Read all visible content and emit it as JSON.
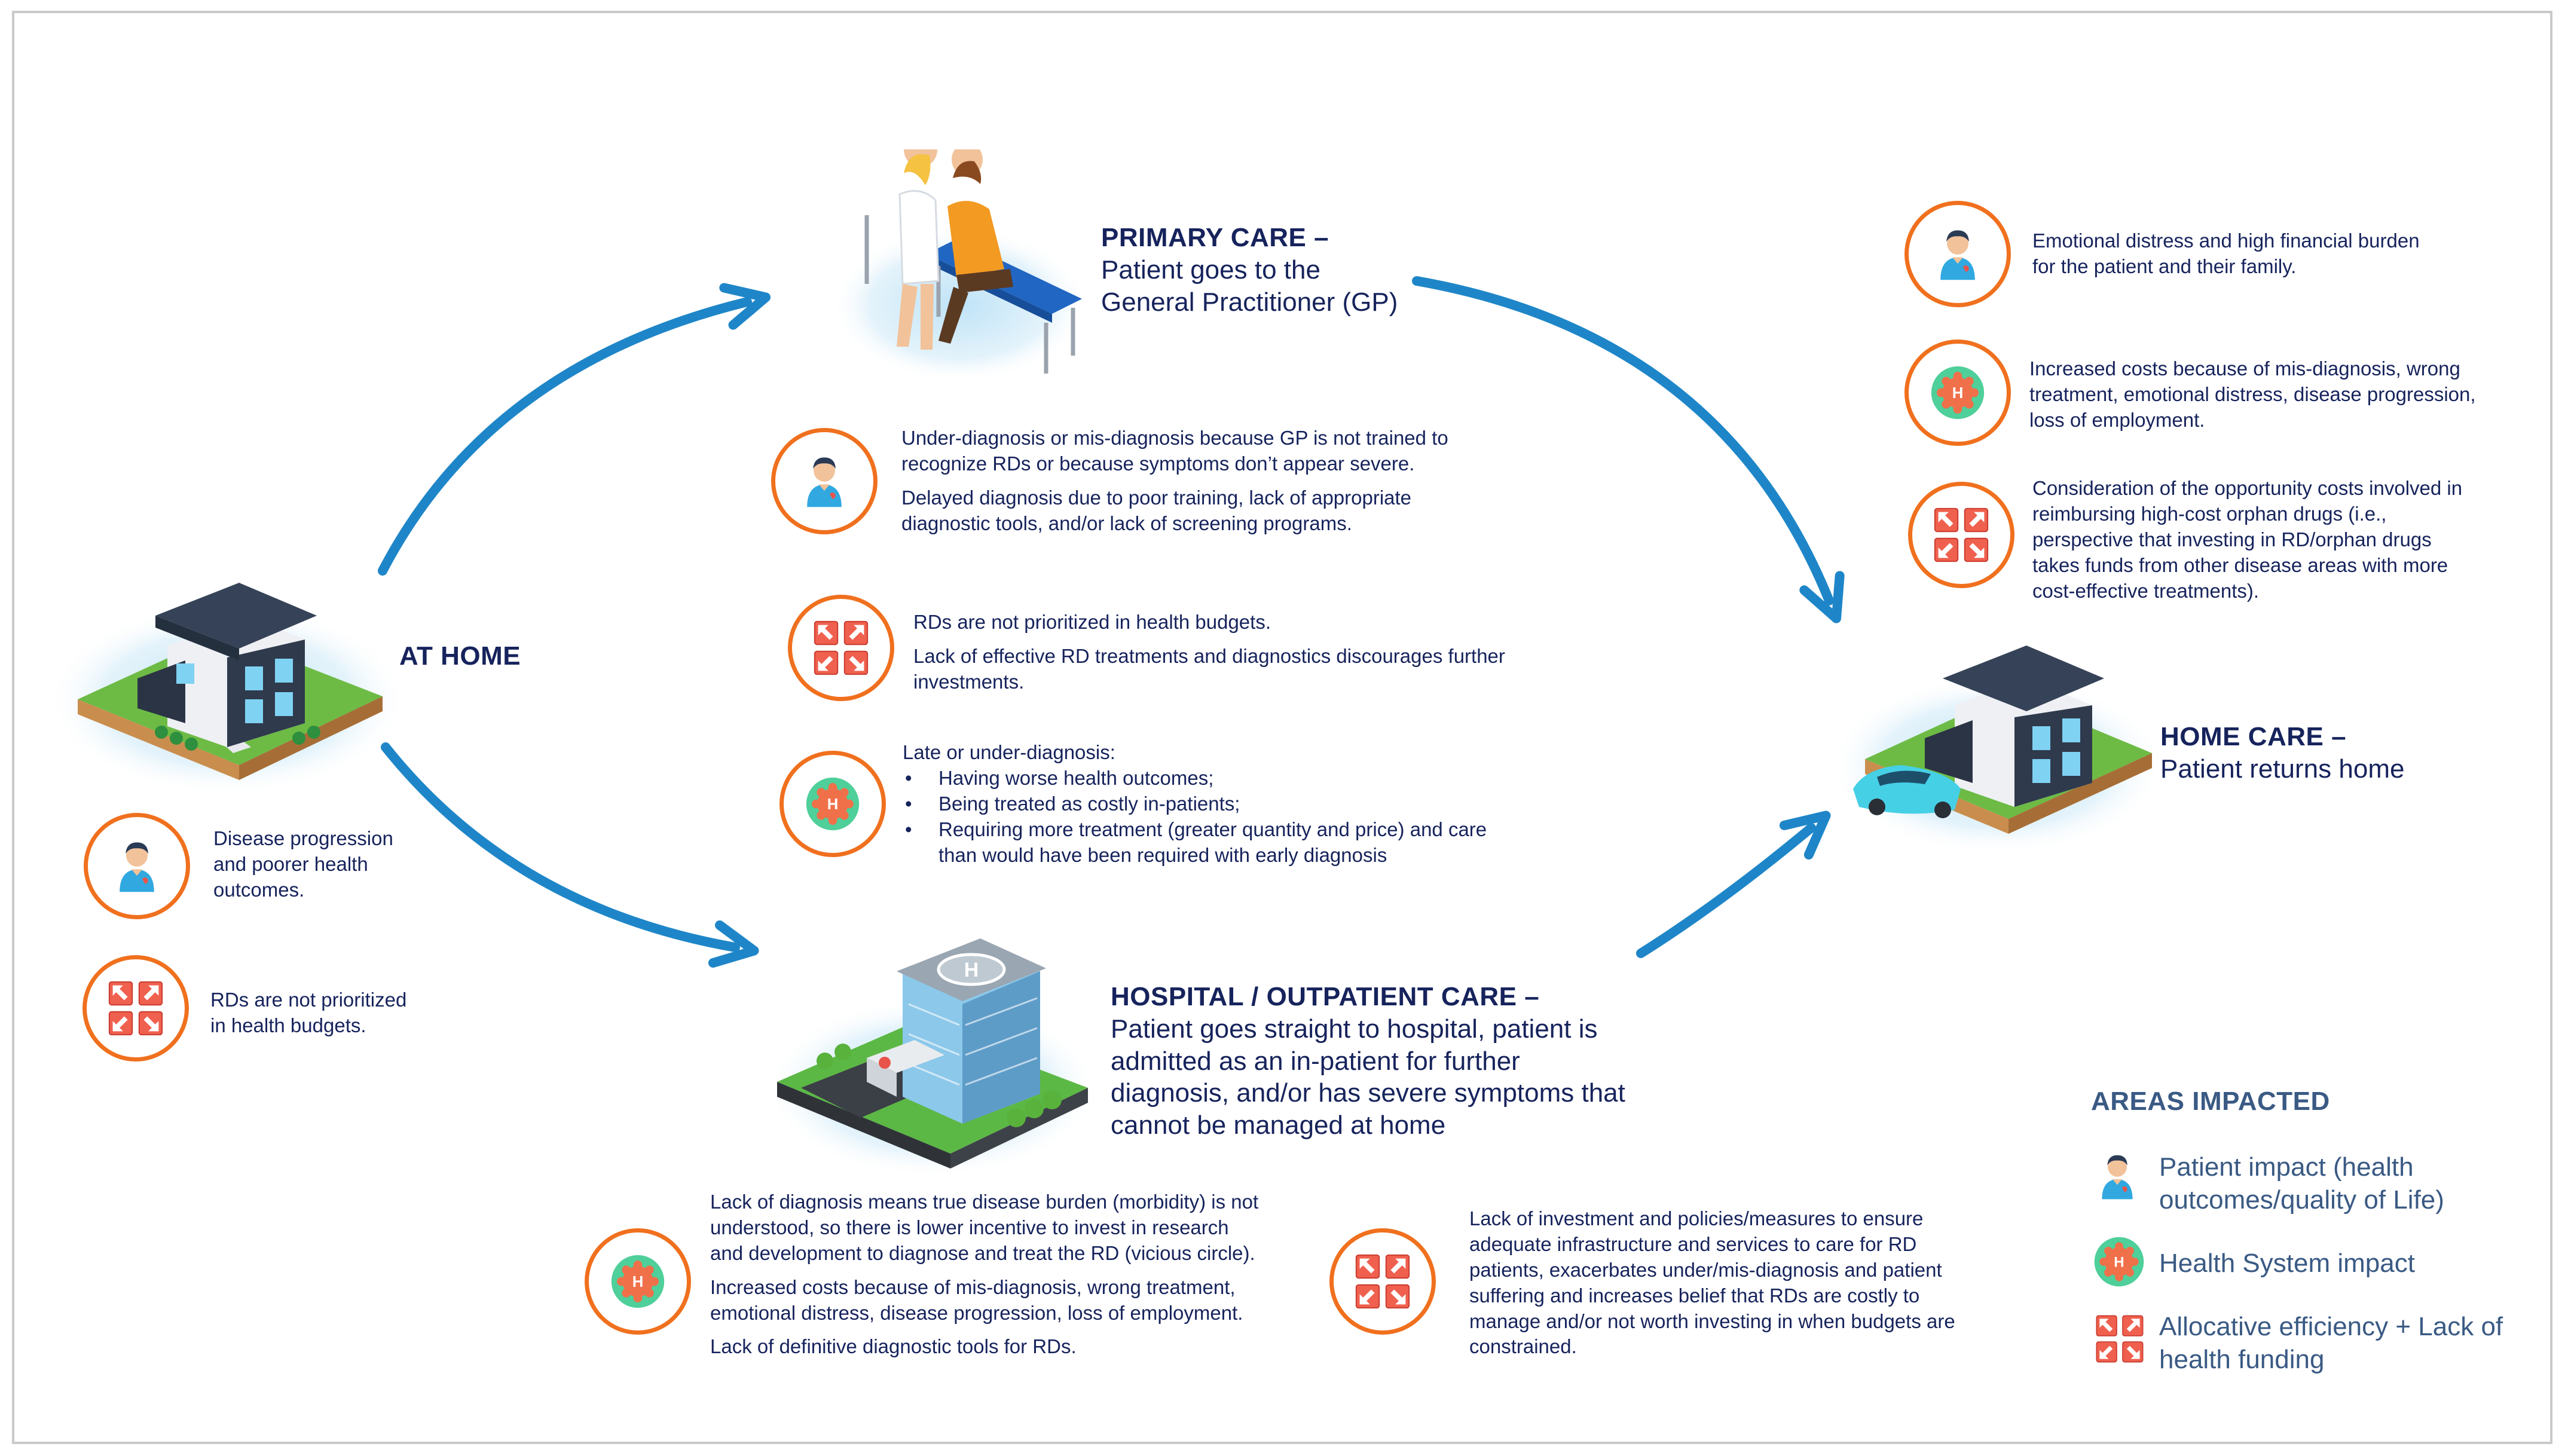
{
  "stages": {
    "at_home": {
      "title": "AT HOME"
    },
    "primary_care": {
      "title": "PRIMARY CARE –",
      "subtitle_lines": [
        "Patient goes to the",
        "General Practitioner (GP)"
      ]
    },
    "hospital": {
      "title": "HOSPITAL / OUTPATIENT CARE –",
      "subtitle_lines": [
        "Patient goes straight to hospital, patient is",
        "admitted as an in-patient for further",
        "diagnosis, and/or has severe symptoms that",
        "cannot be managed at home"
      ]
    },
    "home_care": {
      "title": "HOME CARE –",
      "subtitle_lines": [
        "Patient returns home"
      ]
    }
  },
  "impacts": {
    "home_patient": {
      "lines": [
        "Disease progression",
        "and poorer health",
        "outcomes."
      ]
    },
    "home_funding": {
      "lines": [
        "RDs are not prioritized",
        "in health budgets."
      ]
    },
    "primary_patient": {
      "p1": [
        "Under-diagnosis or mis-diagnosis because GP is not trained to",
        "recognize RDs or because symptoms don’t appear severe."
      ],
      "p2": [
        "Delayed diagnosis due to poor training, lack of appropriate",
        "diagnostic tools, and/or lack of screening programs."
      ]
    },
    "primary_funding": {
      "p1": "RDs are not prioritized  in health budgets.",
      "p2": [
        "Lack of effective RD treatments and diagnostics discourages further",
        "investments."
      ]
    },
    "primary_system": {
      "intro": "Late or under-diagnosis:",
      "bullets": [
        "Having worse health outcomes;",
        "Being treated as costly in-patients;",
        "Requiring more treatment (greater quantity and price) and care",
        "than would have been required with early diagnosis"
      ]
    },
    "hospital_system": {
      "p1": [
        "Lack of diagnosis means true disease burden (morbidity) is not",
        "understood, so there is lower incentive to invest in research",
        "and development to diagnose and treat the RD (vicious circle)."
      ],
      "p2": [
        "Increased costs because of mis-diagnosis, wrong treatment,",
        "emotional distress, disease progression, loss of employment."
      ],
      "p3": "Lack of definitive diagnostic tools for RDs."
    },
    "hospital_funding": {
      "lines": [
        "Lack of investment and policies/measures to ensure",
        "adequate infrastructure and services to care for RD",
        "patients, exacerbates under/mis-diagnosis and patient",
        "suffering and increases belief that RDs are costly to",
        "manage and/or not worth investing in when budgets are",
        "constrained."
      ]
    },
    "homecare_patient": {
      "lines": [
        "Emotional distress and high financial burden",
        "for the patient and their family."
      ]
    },
    "homecare_system": {
      "lines": [
        "Increased costs because of mis-diagnosis, wrong",
        "treatment, emotional distress, disease progression,",
        "loss of employment."
      ]
    },
    "homecare_funding": {
      "lines": [
        "Consideration of the opportunity costs involved in",
        "reimbursing high-cost orphan drugs (i.e.,",
        "perspective that investing in RD/orphan drugs",
        "takes funds from other disease areas with more",
        "cost-effective treatments)."
      ]
    }
  },
  "legend": {
    "title": "AREAS IMPACTED",
    "items": [
      {
        "icon": "patient-icon",
        "lines": [
          "Patient impact (health",
          "outcomes/quality of Life)"
        ]
      },
      {
        "icon": "health-system-icon",
        "lines": [
          "Health System impact"
        ]
      },
      {
        "icon": "funding-arrows-icon",
        "lines": [
          "Allocative efficiency + Lack of",
          "health funding"
        ]
      }
    ]
  },
  "icon_text": {
    "hospital_letter": "H"
  },
  "colors": {
    "arrow": "#1e86c8",
    "ring": "#f0701e",
    "navy": "#16235c",
    "legend": "#3a5a84",
    "system_green": "#4fcf9a",
    "funding_red": "#e8544a"
  }
}
